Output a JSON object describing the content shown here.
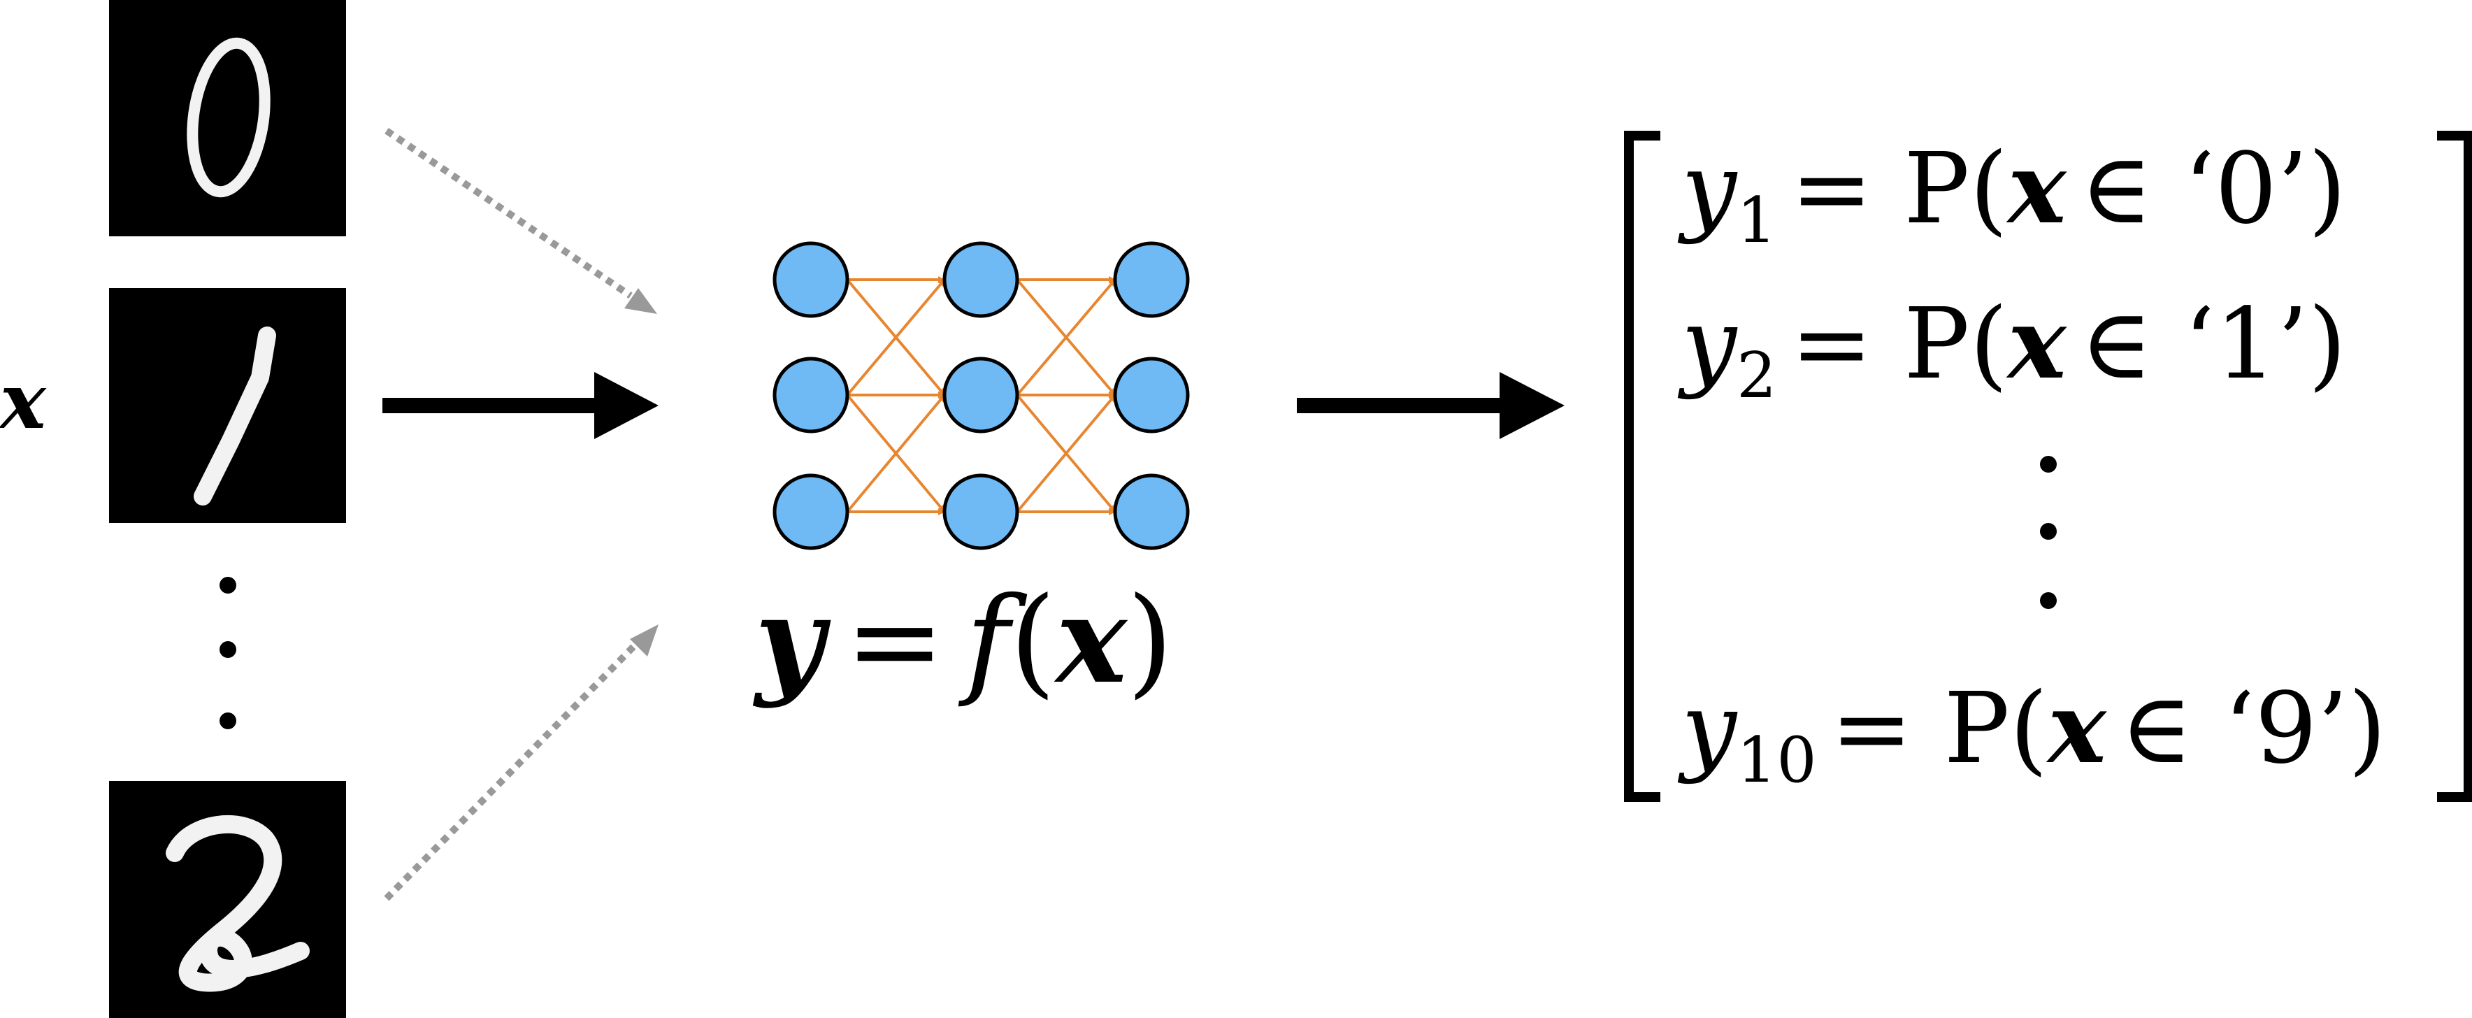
{
  "input": {
    "label": "x",
    "digit_images": [
      "0",
      "1",
      "2"
    ]
  },
  "network": {
    "layers": 3,
    "nodes_per_layer": 3,
    "node_color": "#6fbaf5",
    "edge_color": "#e8862f",
    "equation": {
      "lhs": "y",
      "equals": "=",
      "fn": "f",
      "open": "(",
      "arg": "x",
      "close": ")"
    }
  },
  "output": {
    "rows": [
      {
        "var": "y",
        "sub": "1",
        "rhs_start": "= P(",
        "arg": "x",
        "rhs_end": "∈ ‘0’)"
      },
      {
        "var": "y",
        "sub": "2",
        "rhs_start": "= P(",
        "arg": "x",
        "rhs_end": "∈ ‘1’)"
      },
      {
        "var": "y",
        "sub": "10",
        "rhs_start": "= P(",
        "arg": "x",
        "rhs_end": "∈ ‘9’)"
      }
    ]
  },
  "colors": {
    "arrow_solid": "#000000",
    "arrow_dotted": "#999999",
    "image_bg": "#000000"
  }
}
